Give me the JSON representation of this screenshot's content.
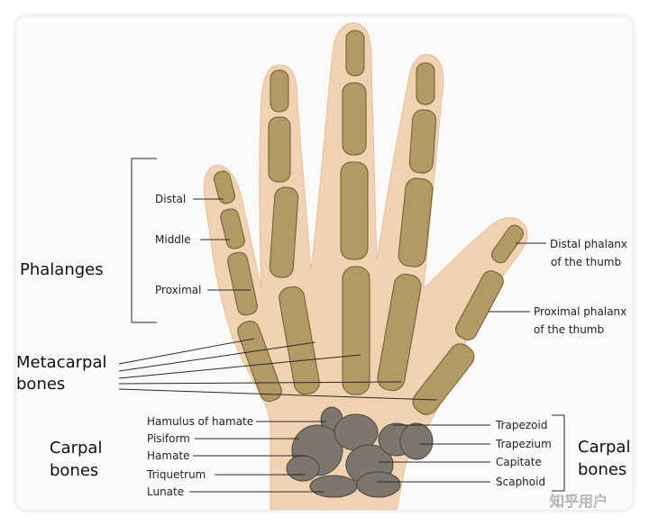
{
  "labels": {
    "phalanges": "Phalanges",
    "metacarpal_line1": "Metacarpal",
    "metacarpal_line2": "bones",
    "carpal_left_line1": "Carpal",
    "carpal_left_line2": "bones",
    "carpal_right_line1": "Carpal",
    "carpal_right_line2": "bones",
    "distal": "Distal",
    "middle": "Middle",
    "proximal": "Proximal",
    "distal_thumb_line1": "Distal phalanx",
    "distal_thumb_line2": "of the thumb",
    "proximal_thumb_line1": "Proximal phalanx",
    "proximal_thumb_line2": "of the thumb",
    "hamulus": "Hamulus of hamate",
    "pisiform": "Pisiform",
    "hamate": "Hamate",
    "triquetrum": "Triquetrum",
    "lunate": "Lunate",
    "trapezoid": "Trapezoid",
    "trapezium": "Trapezium",
    "capitate": "Capitate",
    "scaphoid": "Scaphoid"
  },
  "watermark": "知乎用户",
  "colors": {
    "skin": "#f1d2b2",
    "bone": "#b19a63",
    "carpal": "#7c766c"
  }
}
